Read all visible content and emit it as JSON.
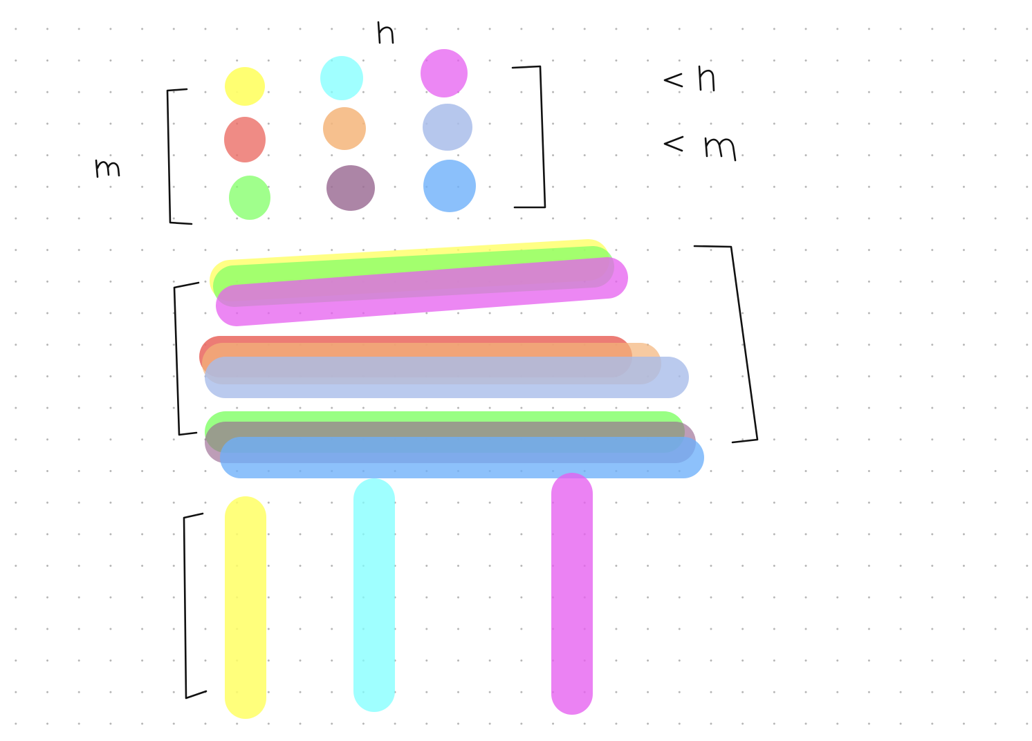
{
  "palette": {
    "yellow": "#ffff66",
    "cyan": "#80ffff",
    "magenta": "#e65ff0",
    "red": "#ea6a63",
    "orange": "#f4b57a",
    "periwinkle": "#a9bdea",
    "green": "#80ff66",
    "purple": "#9a6a92",
    "blue": "#6eb0fa"
  },
  "matrix_grid": {
    "rows": [
      [
        "yellow",
        "cyan",
        "magenta"
      ],
      [
        "red",
        "orange",
        "periwinkle"
      ],
      [
        "green",
        "purple",
        "blue"
      ]
    ]
  },
  "row_strokes": [
    [
      "yellow",
      "green",
      "magenta"
    ],
    [
      "red",
      "orange",
      "periwinkle"
    ],
    [
      "green",
      "purple",
      "blue"
    ]
  ],
  "column_strokes": [
    "yellow",
    "cyan",
    "magenta"
  ]
}
